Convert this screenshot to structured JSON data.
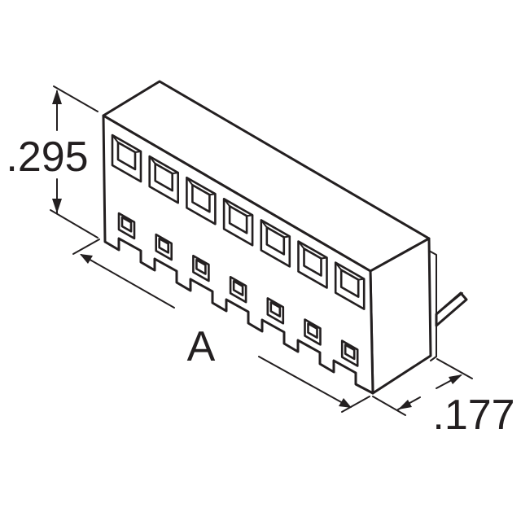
{
  "figure": {
    "dimensions": {
      "height_label": ".295",
      "length_label": "A",
      "depth_label": ".177"
    },
    "contact_count": 7,
    "colors": {
      "ink": "#231f20",
      "background": "#ffffff"
    }
  }
}
